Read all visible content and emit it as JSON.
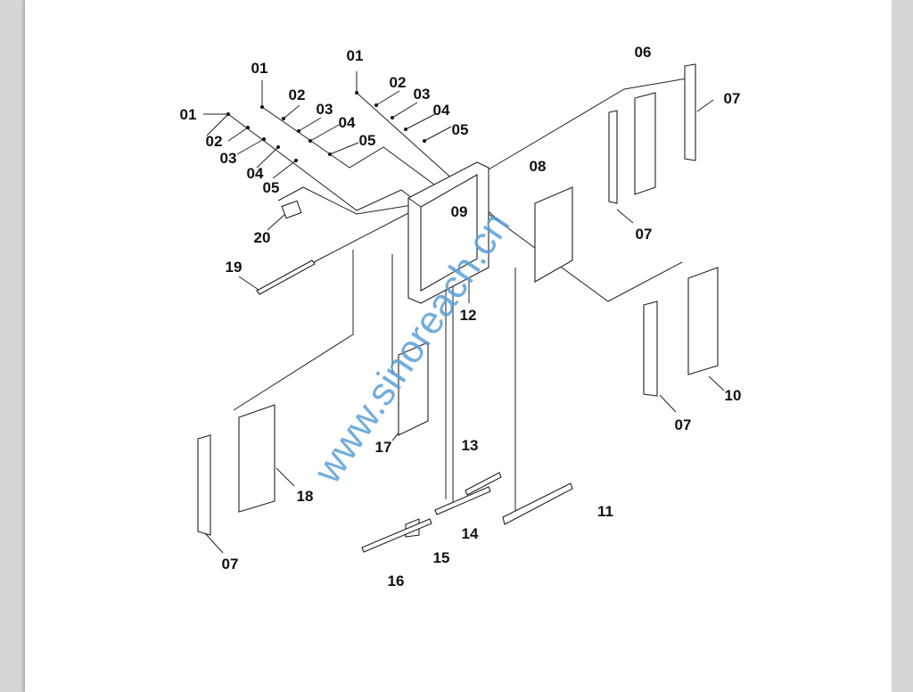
{
  "diagram": {
    "labels": {
      "a01": "01",
      "a02": "02",
      "a03": "03",
      "a04": "04",
      "a05": "05",
      "b01": "01",
      "b02": "02",
      "b03": "03",
      "b04": "04",
      "b05": "05",
      "c01": "01",
      "c02": "02",
      "c03": "03",
      "c04": "04",
      "c05": "05",
      "p06": "06",
      "p07a": "07",
      "p08": "08",
      "p09": "09",
      "p07b": "07",
      "p20": "20",
      "p19": "19",
      "p12": "12",
      "p10": "10",
      "p07c": "07",
      "p17": "17",
      "p13": "13",
      "p18": "18",
      "p11": "11",
      "p14": "14",
      "p15": "15",
      "p07d": "07",
      "p16": "16"
    },
    "watermark": "www.sinoreach.cn"
  }
}
